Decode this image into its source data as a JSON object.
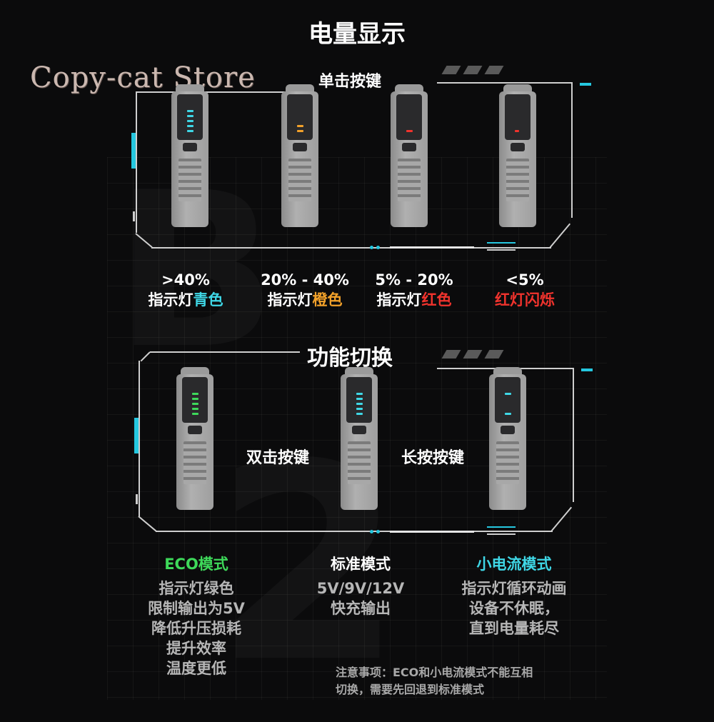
{
  "title_battery": "电量显示",
  "title_mode": "功能切换",
  "watermark": "Copy-cat Store",
  "single_click": "单击按键",
  "double_click": "双击按键",
  "long_press": "长按按键",
  "levels": [
    {
      "range": ">40%",
      "prefix": "指示灯",
      "color_word": "青色",
      "color": "#3fd7e6"
    },
    {
      "range": "20% - 40%",
      "prefix": "指示灯",
      "color_word": "橙色",
      "color": "#f2a12a"
    },
    {
      "range": "5% - 20%",
      "prefix": "指示灯",
      "color_word": "红色",
      "color": "#f0332d"
    },
    {
      "range": "<5%",
      "prefix": "",
      "color_word": "红灯闪烁",
      "color": "#f0332d"
    }
  ],
  "modes": [
    {
      "name": "ECO模式",
      "color": "#3ed95a",
      "lines": [
        "指示灯绿色",
        "限制输出为5V",
        "降低升压损耗",
        "提升效率",
        "温度更低"
      ]
    },
    {
      "name": "标准模式",
      "color": "#ffffff",
      "lines": [
        "5V/9V/12V",
        "快充输出"
      ]
    },
    {
      "name": "小电流模式",
      "color": "#3fd7e6",
      "lines": [
        "指示灯循环动画",
        "设备不休眠，",
        "直到电量耗尽"
      ]
    }
  ],
  "note": {
    "line1": "注意事项：ECO和小电流模式不能互相",
    "line2": "切换，需要先回退到标准模式"
  },
  "colors": {
    "cyan": "#25c8e0",
    "background": "#0b0b0c"
  }
}
